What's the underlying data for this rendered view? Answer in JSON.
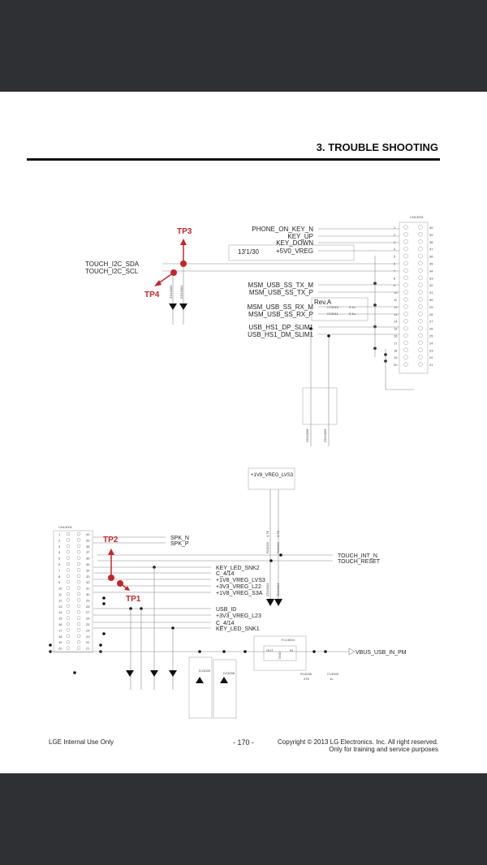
{
  "header": {
    "title": "3. TROUBLE SHOOTING"
  },
  "footer": {
    "left": "LGE Internal Use Only",
    "page": "- 170 -",
    "copyright": "Copyright © 2013 LG Electronics. Inc. All right reserved.",
    "notice": "Only for training and service purposes"
  },
  "colors": {
    "accent": "#c1272d",
    "background": "#2e3033"
  },
  "top_schematic": {
    "connector": "CN13001",
    "test_points": {
      "tp3": "TP3",
      "tp4": "TP4"
    },
    "left_signals": [
      "TOUCH_I2C_SDA",
      "TOUCH_I2C_SCL"
    ],
    "right_signals": [
      "PHONE_ON_KEY_N",
      "KEY_UP",
      "KEY_DOWN",
      "+5V0_VREG",
      "MSM_USB_SS_TX_M",
      "MSM_USB_SS_TX_P",
      "MSM_USB_SS_RX_M",
      "MSM_USB_SS_RX_P",
      "USB_HS1_DP_SLIM1",
      "USB_HS1_DM_SLIM1"
    ],
    "note": "13'1/30",
    "rev": "Rev.A",
    "caps": [
      {
        "ref": "C13010",
        "val": "0.1u"
      },
      {
        "ref": "C13011",
        "val": "0.1u"
      }
    ],
    "diodes": [
      "ZD13000",
      "ZD13001",
      "ZD13008",
      "ZD13009"
    ]
  },
  "bottom_schematic": {
    "connector": "CN13001",
    "test_points": {
      "tp1": "TP1",
      "tp2": "TP2"
    },
    "power_label": "+1V8_VREG_LVS3",
    "signals": [
      "SPK_N",
      "SPK_P",
      "KEY_LED_SNK2",
      "C_4/14",
      "+1V8_VREG_LVS3",
      "+3V3_VREG_L22",
      "+1V8_VREG_S3A",
      "USB_ID",
      "+3V3_VREG_L23",
      "C_4/14",
      "KEY_LED_SNK1"
    ],
    "right_signals": [
      "TOUCH_INT_N",
      "TOUCH_RESET",
      "VBUS_USB_IN_PM"
    ],
    "resistors": [
      {
        "ref": "R13023",
        "val": "4.7K"
      },
      {
        "ref": "R13012",
        "val": "4.7K"
      },
      {
        "ref": "R13005",
        "val": "47K"
      }
    ],
    "zeners": [
      "ZD13003",
      "ZD13004"
    ],
    "filter": {
      "ref": "FL13004",
      "out": "OUT",
      "in": "IN",
      "gnd": "GND"
    },
    "cap": {
      "ref": "C13009",
      "val": "1u"
    },
    "diodes": [
      "D13009",
      "D13008"
    ]
  }
}
